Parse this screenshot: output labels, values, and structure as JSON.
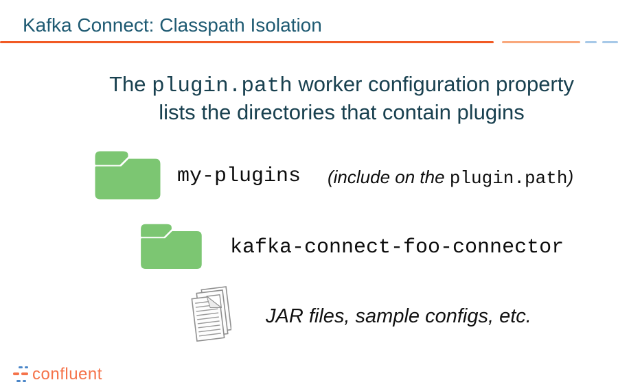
{
  "slide": {
    "title": "Kafka Connect: Classpath Isolation",
    "heading": {
      "line1_pre": "The ",
      "line1_code": "plugin.path",
      "line1_post": " worker configuration property",
      "line2": "lists the directories that contain plugins"
    },
    "items": [
      {
        "type": "folder",
        "label": "my-plugins",
        "note_pre": "(include on the ",
        "note_code": "plugin.path",
        "note_post": ")"
      },
      {
        "type": "folder",
        "label": "kafka-connect-foo-connector"
      },
      {
        "type": "documents",
        "caption": "JAR files, sample configs, etc."
      }
    ],
    "footer": {
      "logo_text": "confluent"
    },
    "icons": {
      "folder": "folder-icon",
      "documents": "documents-icon",
      "logo_mark": "confluent-logo-mark"
    },
    "colors": {
      "title_text": "#1E5A72",
      "body_text": "#18404F",
      "label_text": "#0D0D0D",
      "rule_orange": "#F15A24",
      "rule_light_orange": "#F9A87C",
      "rule_light_blue": "#A7C9E8",
      "folder_green": "#7CC672",
      "logo_orange": "#F5734A",
      "logo_blue": "#4A86C8"
    }
  }
}
